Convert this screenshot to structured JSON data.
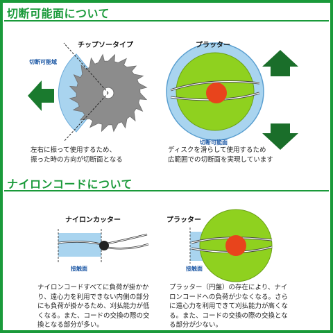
{
  "section1": {
    "title": "切断可能面について",
    "chipsaw": {
      "label": "チップソータイプ",
      "area_label": "切断可能域",
      "caption": [
        "左右に振って使用するため、",
        "振った時の方向が切断面となる"
      ]
    },
    "platter": {
      "label": "プラッター",
      "area_label": "切断可能面",
      "caption": [
        "ディスクを滑らして使用するため",
        "広範囲での切断面を実現しています"
      ]
    }
  },
  "section2": {
    "title": "ナイロンコードについて",
    "nylon": {
      "label": "ナイロンカッター",
      "contact_label": "接触面",
      "caption": [
        "ナイロンコードすべてに負荷が掛かか",
        "り、遠心力を利用できない内側の部分",
        "にも負荷が掛かるため、刈払能力が低",
        "くなる。また、コードの交換の際の交",
        "換となる部分が多い。"
      ]
    },
    "platter": {
      "label": "プラッター",
      "contact_label": "接触面",
      "caption": [
        "プラッター（円盤）の存在により、ナイ",
        "ロンコードへの負荷が少なくなる。さら",
        "に遠心力を利用できて刈払能力が高くな",
        "る。また、コードの交換の際の交換とな",
        "る部分が少ない。"
      ]
    }
  },
  "colors": {
    "brand_green": "#1a9a3a",
    "disc_green": "#8fd11f",
    "hub_orange": "#e8441c",
    "zone_blue": "#a9d4ef",
    "saw_gray": "#8a8a8a",
    "arrow_green": "#1a6e2a"
  }
}
